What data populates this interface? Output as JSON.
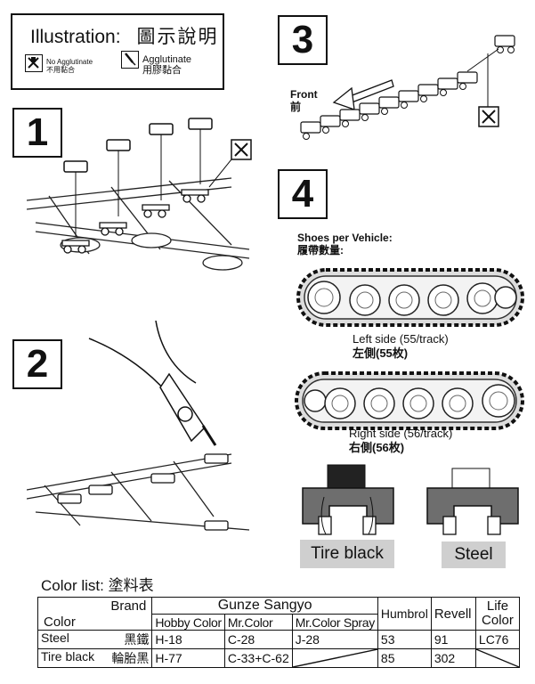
{
  "legend": {
    "title_en": "Illustration:",
    "title_cn": "圖示說明",
    "no_agglutinate_en": "No Agglutinate",
    "no_agglutinate_cn": "不用黏合",
    "agglutinate_en": "Agglutinate",
    "agglutinate_cn": "用膠黏合"
  },
  "steps": {
    "s1": "1",
    "s2": "2",
    "s3": "3",
    "s4": "4"
  },
  "step3": {
    "front_en": "Front",
    "front_cn": "前"
  },
  "step4": {
    "heading_en": "Shoes per Vehicle:",
    "heading_cn": "履帶數量:",
    "left_en": "Left side (55/track)",
    "left_cn": "左側(55枚)",
    "right_en": "Right side (56/track)",
    "right_cn": "右側(56枚)",
    "swatch_tire": "Tire black",
    "swatch_steel": "Steel"
  },
  "color_list": {
    "title_en": "Color list:",
    "title_cn": "塗料表",
    "header": {
      "brand": "Brand",
      "color": "Color",
      "gunze": "Gunze Sangyo",
      "hobby": "Hobby Color",
      "mrcolor": "Mr.Color",
      "mrspray": "Mr.Color Spray",
      "humbrol": "Humbrol",
      "revell": "Revell",
      "life1": "Life",
      "life2": "Color"
    },
    "rows": [
      {
        "name": "Steel",
        "cn": "黑鐵",
        "hobby": "H-18",
        "mrcolor": "C-28",
        "spray": "J-28",
        "humbrol": "53",
        "revell": "91",
        "life": "LC76"
      },
      {
        "name": "Tire black",
        "cn": "輪胎黑",
        "hobby": "H-77",
        "mrcolor": "C-33+C-62",
        "spray": "",
        "humbrol": "85",
        "revell": "302",
        "life": ""
      }
    ]
  }
}
